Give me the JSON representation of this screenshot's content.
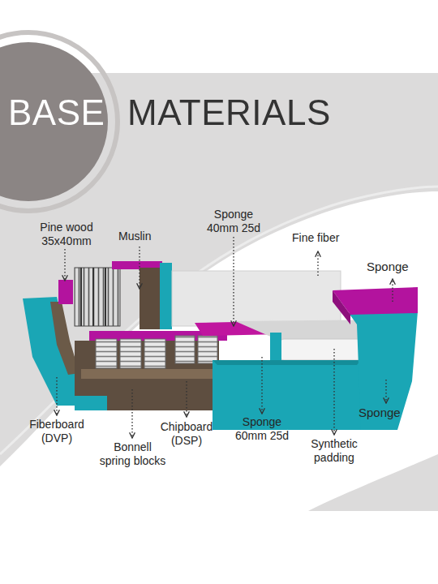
{
  "diagram": {
    "title": "BASE MATERIALS",
    "labels": [
      "Pine wood 35x40mm",
      "Muslin",
      "Sponge 40mm 25d",
      "Fine fiber",
      "Sponge",
      "Fiberboard (DVP)",
      "Bonnell spring blocks",
      "Chipboard (DSP)",
      "Sponge 60mm 25d",
      "Synthetic padding",
      "Sponge"
    ]
  }
}
